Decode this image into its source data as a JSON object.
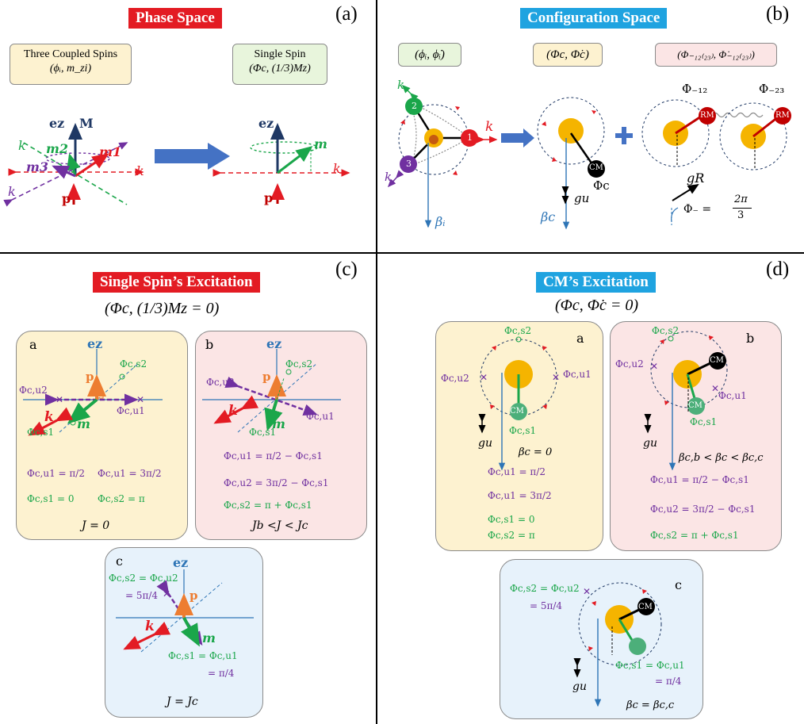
{
  "colors": {
    "red": "#e31b23",
    "blue": "#1fa3e0",
    "green": "#1aa64a",
    "purple": "#7030a0",
    "orange": "#ed7d31",
    "navy": "#1f3864",
    "darkred": "#c00000",
    "gold": "#f5b400",
    "axis": "#2e75b6"
  },
  "panel_a": {
    "banner": "Phase Space",
    "letter": "(a)",
    "box1": {
      "line1": "Three Coupled Spins",
      "line2": "(ϕᵢ, m_zi)"
    },
    "box2": {
      "line1": "Single Spin",
      "line2": "(Φc, (1/3)Mz)"
    },
    "labels": {
      "ez": "ez",
      "M": "M",
      "m1": "m1",
      "m2": "m2",
      "m3": "m3",
      "k": "k",
      "p": "p",
      "m": "m"
    }
  },
  "panel_b": {
    "banner": "Configuration Space",
    "letter": "(b)",
    "box1": "(ϕᵢ, ϕ̇ᵢ)",
    "box2": "(Φc, Φ̇c)",
    "box3": "(Φ₋₁₂₍₂₃₎, Φ̇₋₁₂₍₂₃₎)",
    "spins": [
      "1",
      "2",
      "3"
    ],
    "cm": "CM",
    "rm": "RM",
    "labels": {
      "k": "k",
      "beta_i": "βᵢ",
      "beta_c": "βc",
      "gu": "gu",
      "Phic": "Φc",
      "Phi12": "Φ₋₁₂",
      "Phi23": "Φ₋₂₃",
      "gR": "gR",
      "Phim": "Φ₋ =",
      "two_pi": "2π",
      "three": "3"
    }
  },
  "panel_c": {
    "banner": "Single Spin’s Excitation",
    "letter": "(c)",
    "subtitle": "(Φc, (1/3)Mz = 0)",
    "a": {
      "tag": "a",
      "ez": "ez",
      "p": "p",
      "k": "k",
      "m": "m",
      "cs2": "Φc,s2",
      "cu2": "Φc,u2",
      "cu1": "Φc,u1",
      "cs1": "Φc,s1",
      "eq1": "Φc,u1 = π/2",
      "eq2": "Φc,u1 = 3π/2",
      "eq3": "Φc,s1 = 0",
      "eq4": "Φc,s2 = π",
      "J": "J = 0"
    },
    "b": {
      "tag": "b",
      "ez": "ez",
      "p": "p",
      "k": "k",
      "m": "m",
      "cs2": "Φc,s2",
      "cu2": "Φc,u2",
      "cu1": "Φc,u1",
      "cs1": "Φc,s1",
      "eq1": "Φc,u1 = π/2 − Φc,s1",
      "eq2": "Φc,u2 = 3π/2 − Φc,s1",
      "eq3": "Φc,s2 = π + Φc,s1",
      "J": "Jb <J < Jc"
    },
    "c": {
      "tag": "c",
      "ez": "ez",
      "p": "p",
      "k": "k",
      "m": "m",
      "eq1": "Φc,s2 = Φc,u2",
      "eq1b": "= 5π/4",
      "eq2": "Φc,s1 = Φc,u1",
      "eq2b": "= π/4",
      "J": "J = Jc"
    }
  },
  "panel_d": {
    "banner": "CM’s Excitation",
    "letter": "(d)",
    "subtitle": "(Φc, Φ̇c = 0)",
    "a": {
      "tag": "a",
      "cs2": "Φc,s2",
      "cu2": "Φc,u2",
      "cu1": "Φc,u1",
      "cm": "CM",
      "cs1": "Φc,s1",
      "gu": "gu",
      "beta": "βc = 0",
      "eq1": "Φc,u1 = π/2",
      "eq2": "Φc,u1 = 3π/2",
      "eq3": "Φc,s1 = 0",
      "eq4": "Φc,s2 = π"
    },
    "b": {
      "tag": "b",
      "cs2": "Φc,s2",
      "cu2": "Φc,u2",
      "cu1": "Φc,u1",
      "cm": "CM",
      "cs1": "Φc,s1",
      "gu": "gu",
      "beta": "βc,b < βc < βc,c",
      "eq1": "Φc,u1 = π/2 − Φc,s1",
      "eq2": "Φc,u2 = 3π/2 − Φc,s1",
      "eq3": "Φc,s2 = π + Φc,s1"
    },
    "c": {
      "tag": "c",
      "cm": "CM",
      "gu": "gu",
      "beta": "βc = βc,c",
      "eq1": "Φc,s2 = Φc,u2",
      "eq1b": "= 5π/4",
      "eq2": "Φc,s1 = Φc,u1",
      "eq2b": "= π/4"
    }
  }
}
